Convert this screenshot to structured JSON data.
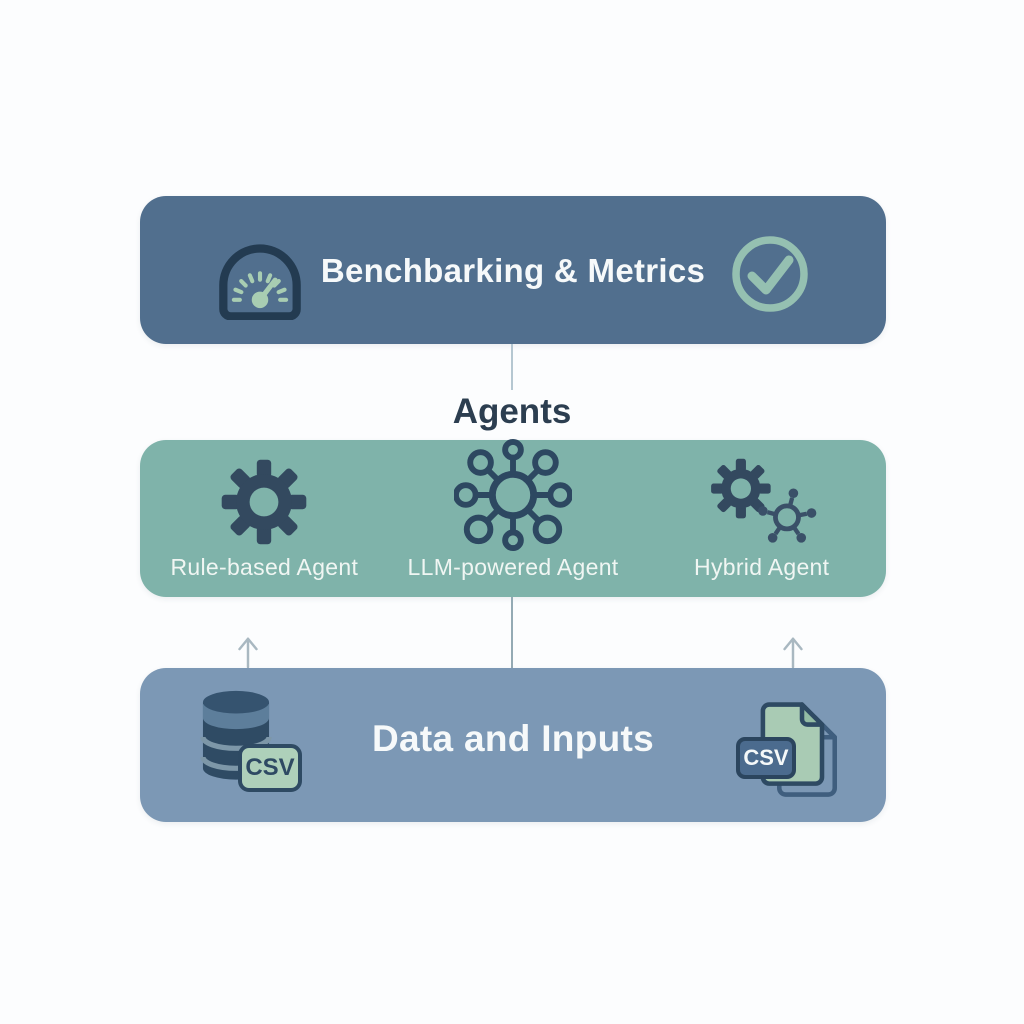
{
  "diagram": {
    "background_color": "#fcfdfe",
    "top_band": {
      "title": "Benchbarking & Metrics",
      "bg_color": "#516F8E",
      "left_icon": "speedometer-icon",
      "right_icon": "check-circle-icon",
      "accent_green": "#A8CDB2",
      "check_green": "#95C0B1"
    },
    "agents": {
      "heading": "Agents",
      "heading_color": "#2C3E50",
      "band_bg_color": "#7FB3AA",
      "items": [
        {
          "label": "Rule-based Agent",
          "icon": "gear-icon"
        },
        {
          "label": "LLM-powered Agent",
          "icon": "network-hub-icon"
        },
        {
          "label": "Hybrid Agent",
          "icon": "gear-network-icon"
        }
      ]
    },
    "data_band": {
      "title": "Data and Inputs",
      "bg_color": "#7C98B5",
      "left_icon": "database-icon",
      "left_badge": "CSV",
      "right_icon": "csv-file-icon",
      "right_badge": "CSV",
      "csv_badge_green": "#AED0BA",
      "csv_badge_blue": "#4B6B8E"
    },
    "connectors": {
      "top_line_color": "#B5C7D1",
      "mid_line_color": "#94AAB4",
      "arrow_color": "#A9B8C1"
    },
    "icon_dark_navy": "#2E4A63"
  }
}
